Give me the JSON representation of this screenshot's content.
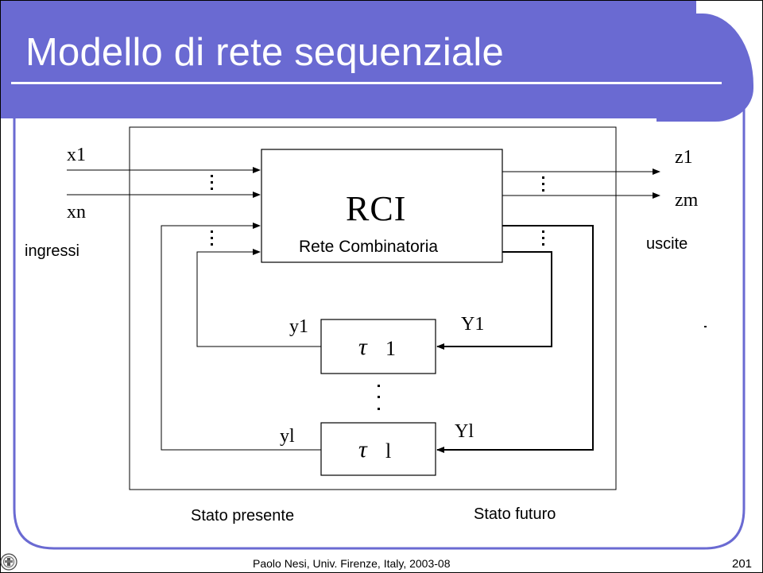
{
  "slide": {
    "title": "Modello di rete sequenziale",
    "footer": "Paolo Nesi, Univ. Firenze, Italy, 2003-08",
    "page_number": "201"
  },
  "diagram": {
    "inputs": {
      "first": "x1",
      "last": "xn",
      "caption": "ingressi"
    },
    "outputs": {
      "first": "z1",
      "last": "zm",
      "caption": "uscite"
    },
    "combinational": {
      "name": "RCI",
      "description": "Rete Combinatoria"
    },
    "delay_first": {
      "in_label": "Y1",
      "out_label": "y1",
      "symbol": "τ",
      "index": "1"
    },
    "delay_last": {
      "in_label": "Yl",
      "out_label": "yl",
      "symbol": "τ",
      "index": "l"
    },
    "present_state": "Stato presente",
    "future_state": "Stato futuro"
  },
  "colors": {
    "title_band": "#6a6ad2",
    "frame": "#6a6ad2",
    "title_text": "#ffffff"
  }
}
